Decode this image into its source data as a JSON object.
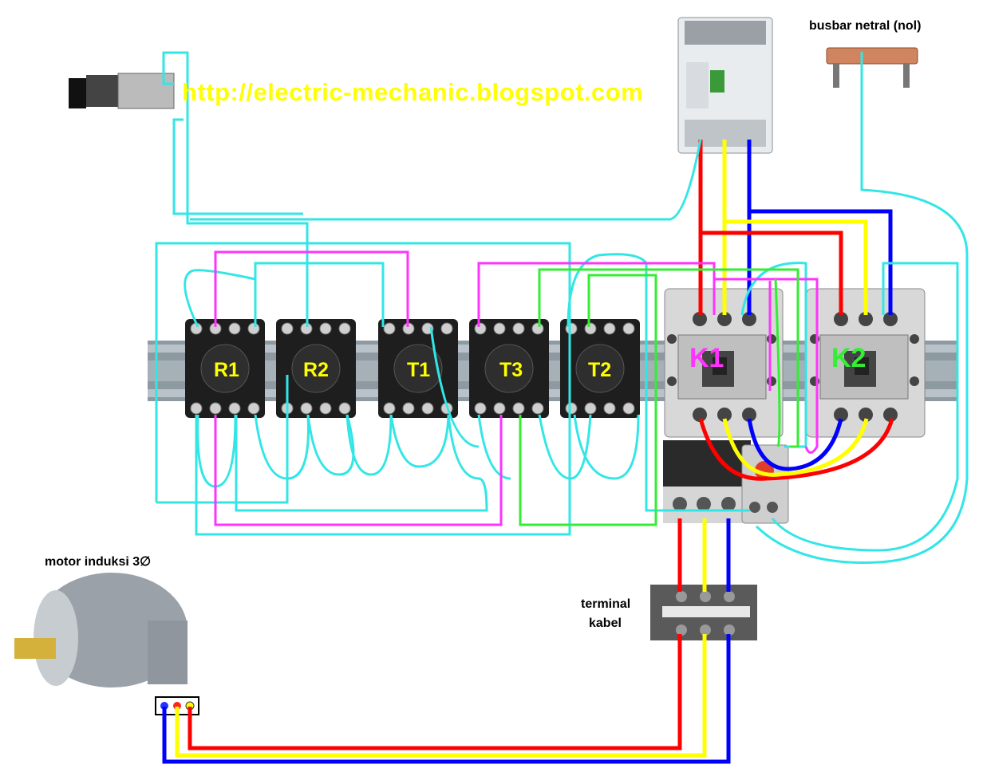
{
  "watermark_url": "http://electric-mechanic.blogspot.com",
  "labels": {
    "busbar": "busbar netral (nol)",
    "motor": "motor  induksi  3∅",
    "terminal_line1": "terminal",
    "terminal_line2": "kabel"
  },
  "relays": [
    "R1",
    "R2",
    "T1",
    "T3",
    "T2"
  ],
  "contactors": [
    "K1",
    "K2"
  ],
  "colors": {
    "phase_r": "#ff0000",
    "phase_s": "#ffff00",
    "phase_t": "#0000ff",
    "control": "#33e6e6",
    "magenta": "#ff33ff",
    "green": "#33ee33",
    "relay_label": "#ffff00",
    "k1_label": "#ff33ff",
    "k2_label": "#33ee33"
  }
}
